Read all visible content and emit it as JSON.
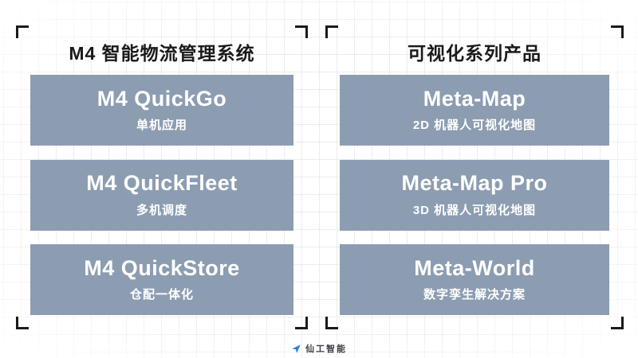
{
  "colors": {
    "card_bg": "#8C9DB2",
    "card_text": "#ffffff",
    "title_text": "#1a1a1a",
    "grid_line": "#ececec",
    "logo_accent": "#2b7de9"
  },
  "panels": [
    {
      "title": "M4 智能物流管理系统",
      "cards": [
        {
          "name": "M4 QuickGo",
          "subtitle": "单机应用"
        },
        {
          "name": "M4 QuickFleet",
          "subtitle": "多机调度"
        },
        {
          "name": "M4 QuickStore",
          "subtitle": "仓配一体化"
        }
      ]
    },
    {
      "title": "可视化系列产品",
      "cards": [
        {
          "name": "Meta-Map",
          "subtitle": "2D 机器人可视化地图"
        },
        {
          "name": "Meta-Map Pro",
          "subtitle": "3D 机器人可视化地图"
        },
        {
          "name": "Meta-World",
          "subtitle": "数字孪生解决方案"
        }
      ]
    }
  ],
  "footer": {
    "logo_text": "仙工智能"
  }
}
